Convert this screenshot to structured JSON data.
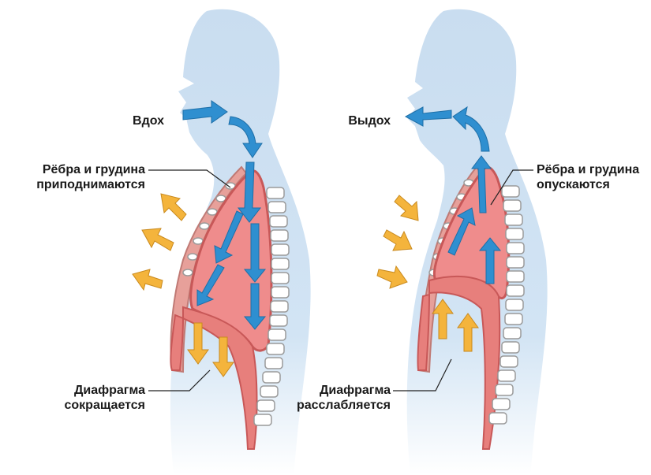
{
  "panels": [
    {
      "id": "inhale",
      "phase_label": "Вдох",
      "ribs_label": [
        "Рёбра и грудина",
        "приподнимаются"
      ],
      "diaphragm_label": [
        "Диафрагма",
        "сокращается"
      ]
    },
    {
      "id": "exhale",
      "phase_label": "Выдох",
      "ribs_label": [
        "Рёбра и грудина",
        "опускаются"
      ],
      "diaphragm_label": [
        "Диафрагма",
        "расслабляется"
      ]
    }
  ],
  "colors": {
    "body_fill": "#c9ddf0",
    "lung_fill": "#ef8c8c",
    "lung_outline": "#c85858",
    "chest_wall": "#e7a09a",
    "air_arrow": "#2f8fd0",
    "motion_arrow": "#f4b43c",
    "bone": "#ffffff",
    "leader_line": "#222222"
  },
  "icons": [
    "air-flow-arrow-icon",
    "rib-motion-arrow-icon",
    "diaphragm-motion-arrow-icon",
    "spine-vertebra-icon"
  ]
}
